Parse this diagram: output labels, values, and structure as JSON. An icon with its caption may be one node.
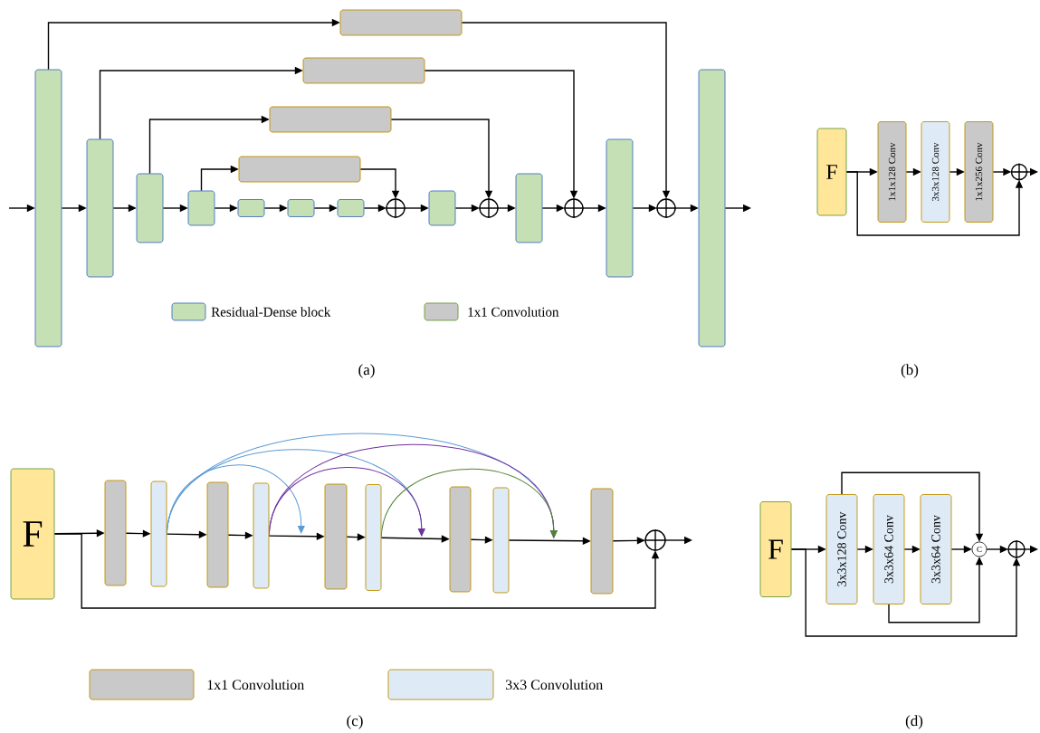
{
  "diagram": {
    "nodes": [
      {
        "text": [],
        "shape": "box"
      },
      {
        "text": [],
        "shape": "box"
      },
      {
        "text": [],
        "shape": "box"
      },
      {
        "text": [],
        "shape": "box"
      },
      {
        "text": [],
        "shape": "box"
      },
      {
        "text": [],
        "shape": "box"
      },
      {
        "text": [],
        "shape": "box"
      },
      {
        "text": [],
        "shape": "circle"
      },
      {
        "text": [],
        "shape": "box"
      },
      {
        "text": [],
        "shape": "circle"
      },
      {
        "text": [],
        "shape": "box"
      },
      {
        "text": [],
        "shape": "circle"
      },
      {
        "text": [],
        "shape": "box"
      },
      {
        "text": [],
        "shape": "circle"
      },
      {
        "text": [],
        "shape": "box"
      },
      {
        "text": [],
        "shape": "box"
      },
      {
        "text": [],
        "shape": "box"
      },
      {
        "text": [],
        "shape": "box"
      },
      {
        "text": [],
        "shape": "box"
      },
      {
        "text": [
          "F"
        ]
      },
      {
        "text": [
          "1x1x128 Conv"
        ]
      },
      {
        "text": [
          "3x3x128 Conv"
        ]
      },
      {
        "text": [
          "1x1x256 Conv"
        ]
      },
      {
        "text": [],
        "shape": "circle"
      },
      {
        "text": [
          "F"
        ]
      },
      {
        "text": [],
        "shape": "box"
      },
      {
        "text": [],
        "shape": "box"
      },
      {
        "text": [],
        "shape": "box"
      },
      {
        "text": [],
        "shape": "box"
      },
      {
        "text": [],
        "shape": "box"
      },
      {
        "text": [],
        "shape": "box"
      },
      {
        "text": [],
        "shape": "box"
      },
      {
        "text": [],
        "shape": "box"
      },
      {
        "text": [],
        "shape": "box"
      },
      {
        "text": [],
        "shape": "circle"
      },
      {
        "text": [
          "F"
        ]
      },
      {
        "text": [
          "3x3x128 Conv"
        ]
      },
      {
        "text": [
          "3x3x64 Conv"
        ]
      },
      {
        "text": [
          "3x3x64 Conv"
        ]
      },
      {
        "text": [
          "C"
        ]
      },
      {
        "text": [],
        "shape": "circle"
      }
    ],
    "edges": [
      {
        "from": null,
        "to": 0,
        "arrow": "to"
      },
      {
        "from": 0,
        "to": 1,
        "arrow": "to"
      },
      {
        "from": 1,
        "to": 2,
        "arrow": "to"
      },
      {
        "from": 2,
        "to": 3,
        "arrow": "to"
      },
      {
        "from": 3,
        "to": 4,
        "arrow": "to"
      },
      {
        "from": 4,
        "to": 5,
        "arrow": "to"
      },
      {
        "from": 5,
        "to": 6,
        "arrow": "to"
      },
      {
        "from": 6,
        "to": 7,
        "arrow": "to"
      },
      {
        "from": 7,
        "to": 8,
        "arrow": "to"
      },
      {
        "from": 8,
        "to": 9,
        "arrow": "to"
      },
      {
        "from": 9,
        "to": 10,
        "arrow": "to"
      },
      {
        "from": 10,
        "to": 11,
        "arrow": "to"
      },
      {
        "from": 11,
        "to": 12,
        "arrow": "to"
      },
      {
        "from": 12,
        "to": 13,
        "arrow": "to"
      },
      {
        "from": 13,
        "to": 14,
        "arrow": "to"
      },
      {
        "from": 14,
        "to": null,
        "arrow": "to"
      },
      {
        "from": 0,
        "to": 15,
        "arrow": "to"
      },
      {
        "from": 15,
        "to": 13,
        "arrow": "to"
      },
      {
        "from": 1,
        "to": 16,
        "arrow": "to"
      },
      {
        "from": 16,
        "to": 11,
        "arrow": "to"
      },
      {
        "from": 2,
        "to": 17,
        "arrow": "to"
      },
      {
        "from": 17,
        "to": 9,
        "arrow": "to"
      },
      {
        "from": 3,
        "to": 18,
        "arrow": "to"
      },
      {
        "from": 18,
        "to": 7,
        "arrow": "to"
      },
      {
        "from": 19,
        "to": 20,
        "arrow": "to"
      },
      {
        "from": 20,
        "to": 21,
        "arrow": "to"
      },
      {
        "from": 21,
        "to": 22,
        "arrow": "to"
      },
      {
        "from": 22,
        "to": 23,
        "arrow": "to"
      },
      {
        "from": 23,
        "to": null,
        "arrow": "to"
      },
      {
        "from": 19,
        "to": 23,
        "arrow": "to"
      },
      {
        "from": 24,
        "to": 25,
        "arrow": "to"
      },
      {
        "from": 25,
        "to": 26,
        "arrow": "to"
      },
      {
        "from": 26,
        "to": 27,
        "arrow": "to"
      },
      {
        "from": 27,
        "to": 28,
        "arrow": "to"
      },
      {
        "from": 28,
        "to": 29,
        "arrow": "to"
      },
      {
        "from": 29,
        "to": 30,
        "arrow": "to"
      },
      {
        "from": 30,
        "to": 31,
        "arrow": "to"
      },
      {
        "from": 31,
        "to": 32,
        "arrow": "to"
      },
      {
        "from": 32,
        "to": 33,
        "arrow": "to"
      },
      {
        "from": 33,
        "to": 34,
        "arrow": "to"
      },
      {
        "from": 34,
        "to": null,
        "arrow": "to"
      },
      {
        "from": 24,
        "to": 34,
        "arrow": "to"
      },
      {
        "from": 26,
        "to": 29,
        "arrow": "to",
        "color": "#5b9bd5"
      },
      {
        "from": 26,
        "to": 31,
        "arrow": "to",
        "color": "#5b9bd5"
      },
      {
        "from": 26,
        "to": 33,
        "arrow": "to",
        "color": "#5b9bd5"
      },
      {
        "from": 28,
        "to": 31,
        "arrow": "to",
        "color": "#7030a0"
      },
      {
        "from": 28,
        "to": 33,
        "arrow": "to",
        "color": "#7030a0"
      },
      {
        "from": 30,
        "to": 33,
        "arrow": "to",
        "color": "#548235"
      },
      {
        "from": 35,
        "to": 36,
        "arrow": "to"
      },
      {
        "from": 36,
        "to": 37,
        "arrow": "to"
      },
      {
        "from": 37,
        "to": 38,
        "arrow": "to"
      },
      {
        "from": 38,
        "to": 39,
        "arrow": "to"
      },
      {
        "from": 39,
        "to": 40,
        "arrow": "to"
      },
      {
        "from": 40,
        "to": null,
        "arrow": "to"
      },
      {
        "from": 36,
        "to": 39,
        "arrow": "to"
      },
      {
        "from": 37,
        "to": 39,
        "arrow": "to"
      },
      {
        "from": 35,
        "to": 40,
        "arrow": "to"
      }
    ],
    "labels": [
      "(a)",
      "(b)",
      "(c)",
      "(d)"
    ],
    "legend": [
      {
        "text": "Residual-Dense block",
        "color": "#c5e0b4"
      },
      {
        "text": "1x1 Convolution",
        "color": "#c9c9c9"
      },
      {
        "text": "1x1 Convolution",
        "color": "#c9c9c9"
      },
      {
        "text": "3x3 Convolution",
        "color": "#deebf7"
      }
    ]
  }
}
